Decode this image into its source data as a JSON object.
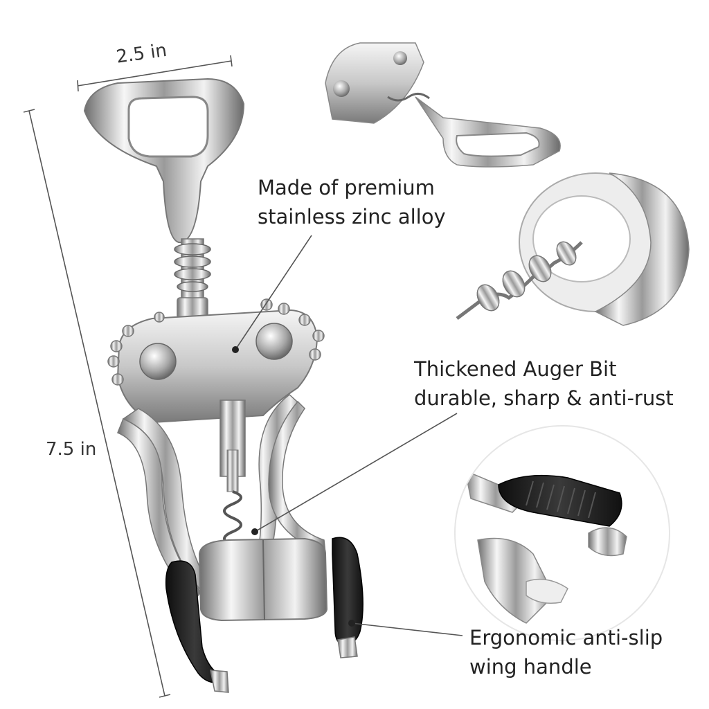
{
  "dimensions": {
    "width_label": "2.5 in",
    "height_label": "7.5 in"
  },
  "callouts": {
    "material": {
      "line1": "Made of premium",
      "line2": "stainless zinc alloy"
    },
    "auger": {
      "line1": "Thickened Auger Bit",
      "line2": "durable, sharp & anti-rust"
    },
    "handle": {
      "line1": "Ergonomic anti-slip",
      "line2": "wing handle"
    }
  },
  "colors": {
    "background": "#ffffff",
    "chrome_light": "#f4f4f4",
    "chrome_mid": "#bdbdbd",
    "chrome_dark": "#6e6e6e",
    "grip": "#1e1e1e",
    "guide_line": "#555555",
    "text": "#222222"
  }
}
